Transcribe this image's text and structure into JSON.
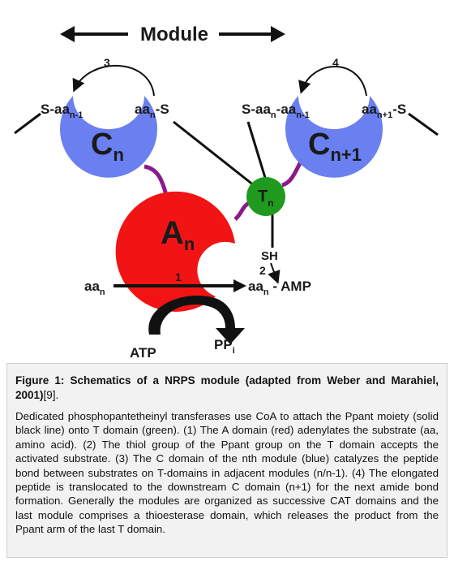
{
  "diagram": {
    "module_label": "Module",
    "step_labels": [
      "1",
      "2",
      "3",
      "4"
    ],
    "domains": {
      "c_n": "C",
      "c_n_sub": "n",
      "c_n1": "C",
      "c_n1_sub": "n+1",
      "a_n": "A",
      "a_n_sub": "n",
      "t_n": "T",
      "t_n_sub": "n"
    },
    "labels": {
      "s_aa_n1_left": {
        "main": "S-aa",
        "sub": "n-1"
      },
      "aa_n_s": {
        "main": "aa",
        "sub": "n",
        "rest": "-S"
      },
      "s_aa_n_aa_n1": {
        "main1": "S-aa",
        "sub1": "n",
        "main2": "-aa",
        "sub2": "n-1"
      },
      "aa_n1_s": {
        "main": "aa",
        "sub": "n+1",
        "rest": "-S"
      },
      "sh": "SH",
      "aa_n_input": {
        "main": "aa",
        "sub": "n"
      },
      "aa_n_amp": {
        "main": "aa",
        "sub": "n",
        "rest": " - AMP"
      },
      "atp": "ATP",
      "ppi": {
        "main": "PP",
        "sub": "i"
      }
    },
    "colors": {
      "c_domain": "#6a7ff0",
      "a_domain": "#f21414",
      "t_domain": "#1f9a1f",
      "linker": "#8a1a8a",
      "ppant": "#111111"
    }
  },
  "caption": {
    "title": "Figure 1: Schematics of a NRPS module (adapted from Weber and Marahiel, 2001)",
    "reference": "[9].",
    "body": "Dedicated phosphopantetheinyl transferases use CoA to attach the Ppant moiety (solid black line) onto T domain (green). (1) The A domain (red) adenylates the substrate (aa, amino acid). (2) The thiol group of the Ppant group on the T domain accepts the activated substrate. (3) The C domain of the nth module (blue) catalyzes the peptide bond between substrates on T-domains in adjacent modules (n/n-1). (4) The elongated peptide is translocated to the downstream C domain (n+1) for the next amide bond formation. Generally the modules are organized as successive CAT domains and the last module comprises a thioesterase domain, which releases the product from the Ppant arm of the last T domain."
  }
}
